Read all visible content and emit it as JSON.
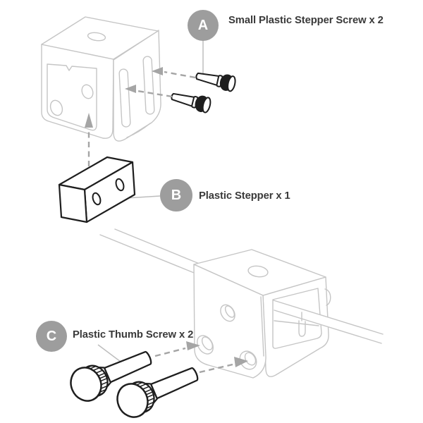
{
  "diagram": {
    "callouts": [
      {
        "letter": "A",
        "label": "Small Plastic Stepper Screw x 2"
      },
      {
        "letter": "B",
        "label": "Plastic Stepper x 1"
      },
      {
        "letter": "C",
        "label": "Plastic Thumb Screw x 2"
      }
    ],
    "parts": [
      {
        "name": "top-clamp-bracket"
      },
      {
        "name": "small-stepper-screw",
        "count": 2
      },
      {
        "name": "plastic-stepper-block",
        "count": 1
      },
      {
        "name": "bottom-clamp-bracket"
      },
      {
        "name": "support-rod"
      },
      {
        "name": "plastic-thumb-screw",
        "count": 2
      }
    ],
    "colors": {
      "background": "#ffffff",
      "callout_fill": "#9d9d9d",
      "callout_text": "#ffffff",
      "label_text": "#3a3a3a",
      "line_light": "#c5c5c5",
      "leader": "#bdbdbd",
      "arrow": "#a5a5a5",
      "part_outline": "#1e1e1e"
    }
  }
}
